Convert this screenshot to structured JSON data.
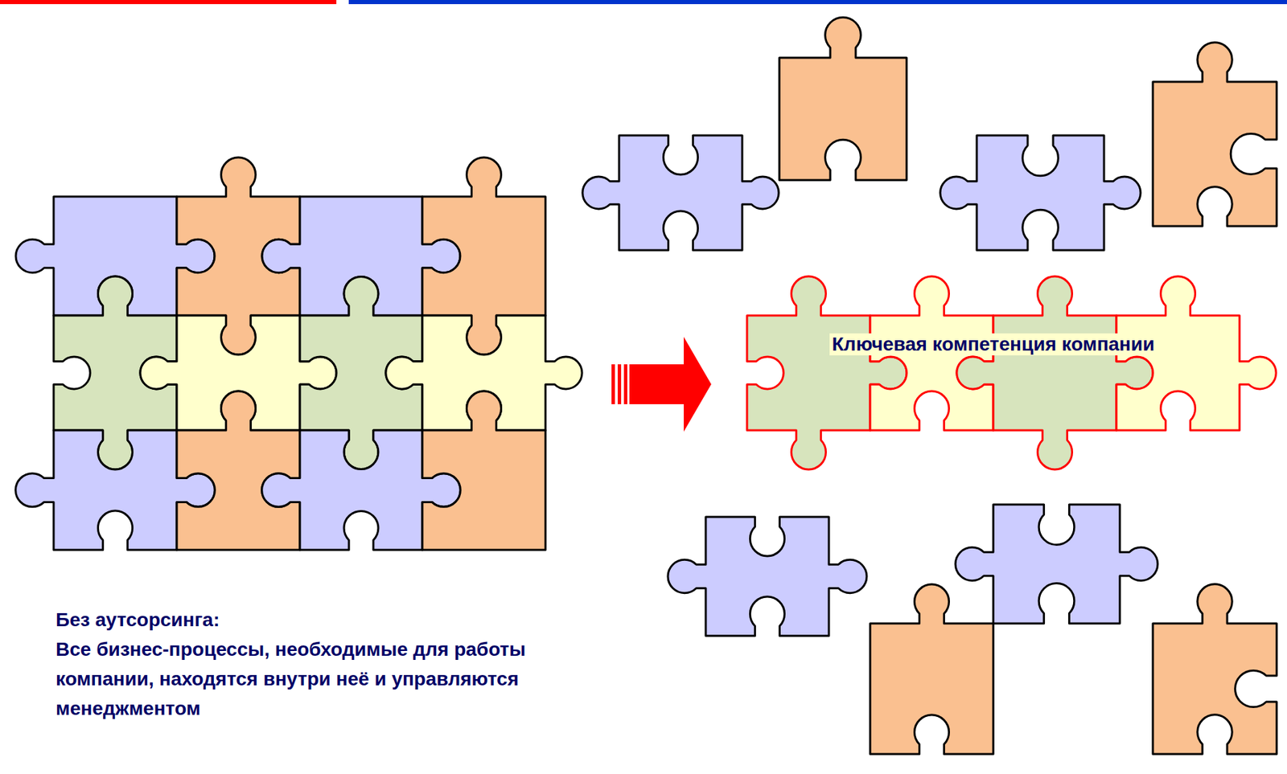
{
  "diagram": {
    "nodes": [
      {
        "text": [
          "Ключевая компетенция компании"
        ]
      }
    ],
    "labels": [
      "Без аутсорсинга:",
      "Все бизнес-процессы, необходимые для работы компании, находятся внутри неё и управляются менеджментом"
    ]
  }
}
